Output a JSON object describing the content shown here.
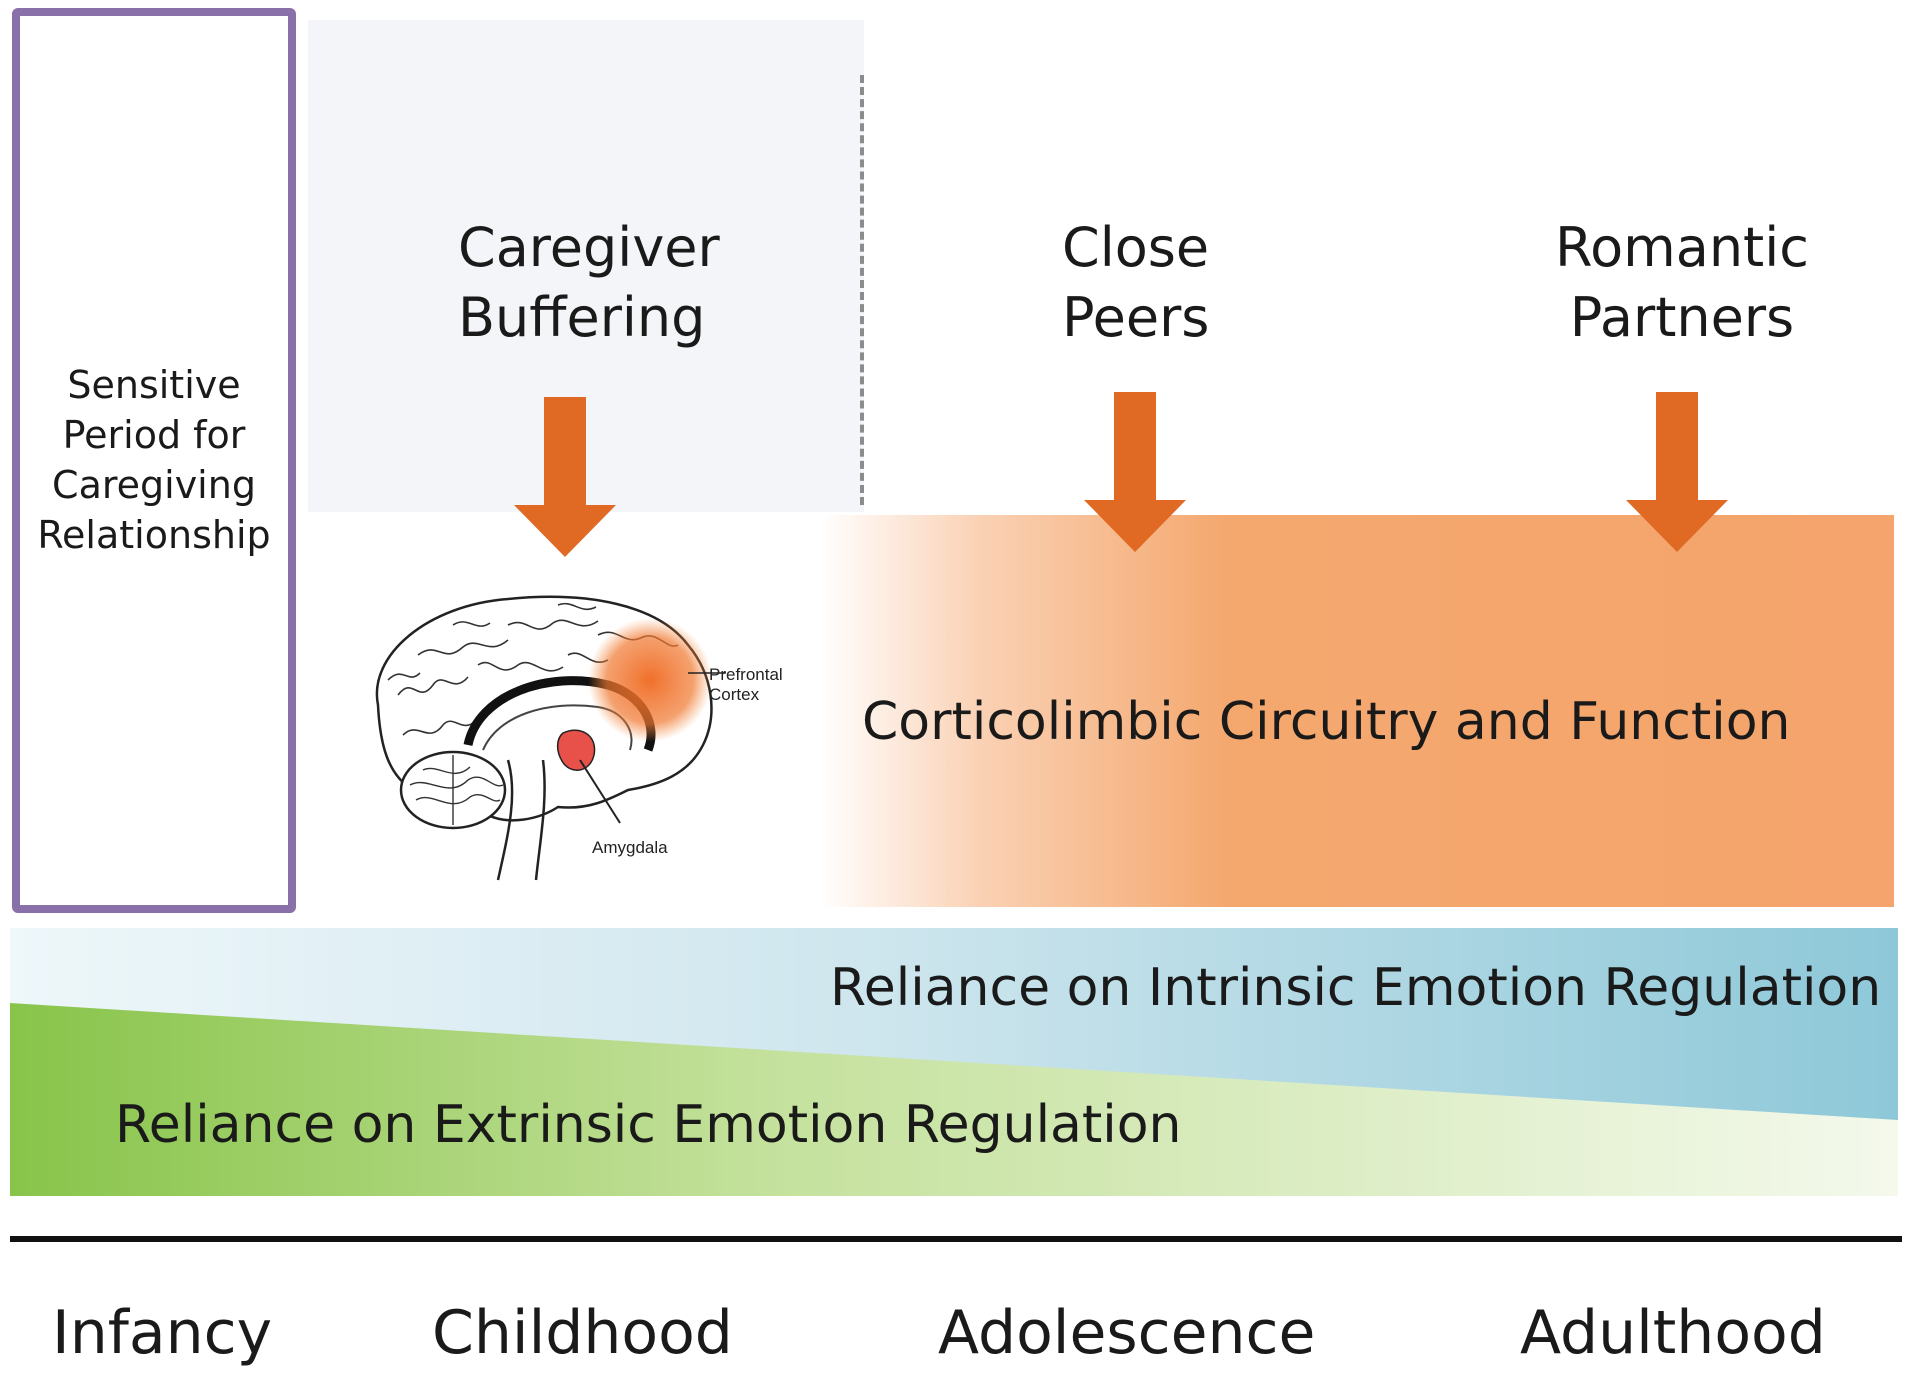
{
  "sensitive_period": {
    "line1": "Sensitive",
    "line2": "Period for",
    "line3": "Caregiving",
    "line4": "Relationship"
  },
  "buffers": [
    {
      "line1": "Caregiver",
      "line2": "Buffering"
    },
    {
      "line1": "Close",
      "line2": "Peers"
    },
    {
      "line1": "Romantic",
      "line2": "Partners"
    }
  ],
  "brain": {
    "prefrontal_line1": "Prefrontal",
    "prefrontal_line2": "Cortex",
    "amygdala": "Amygdala"
  },
  "corticolimbic_label": "Corticolimbic Circuitry and Function",
  "intrinsic_label": "Reliance on Intrinsic Emotion Regulation",
  "extrinsic_label": "Reliance on Extrinsic Emotion Regulation",
  "stages": [
    "Infancy",
    "Childhood",
    "Adolescence",
    "Adulthood"
  ],
  "colors": {
    "sensitive_border": "#8a70a8",
    "arrow": "#e06a24",
    "corticolimbic": "#f4a46c",
    "intrinsic": "#8ec8d8",
    "extrinsic": "#88c44a"
  }
}
